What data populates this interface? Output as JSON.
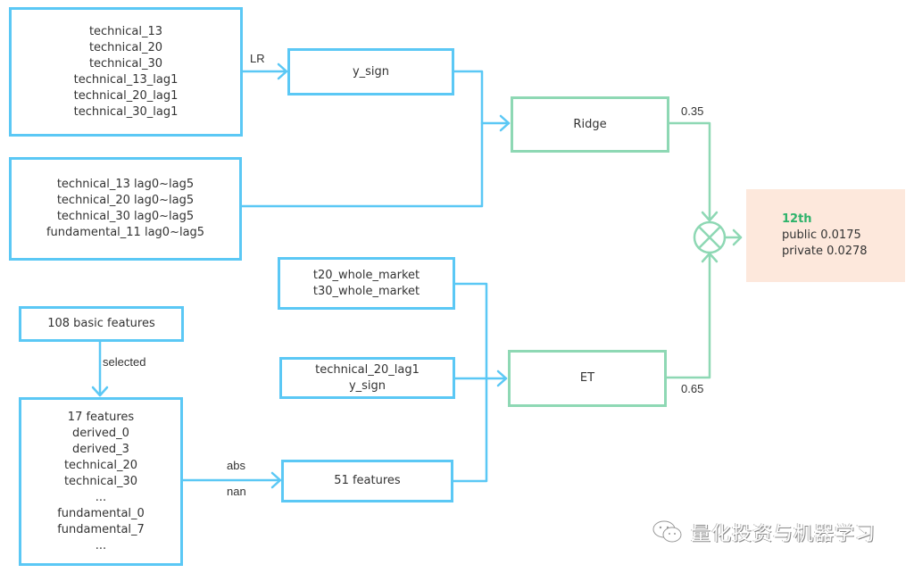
{
  "colors": {
    "feature_border": "#5bc8f5",
    "model_border": "#8ed8b4",
    "result_bg": "#fde8dc",
    "rank_text": "#2eb36b"
  },
  "boxes": {
    "tech_lag1": [
      "technical_13",
      "technical_20",
      "technical_30",
      "technical_13_lag1",
      "technical_20_lag1",
      "technical_30_lag1"
    ],
    "y_sign": [
      "y_sign"
    ],
    "lag_range": [
      "technical_13 lag0~lag5",
      "technical_20 lag0~lag5",
      "technical_30 lag0~lag5",
      "fundamental_11 lag0~lag5"
    ],
    "whole_market": [
      "t20_whole_market",
      "t30_whole_market"
    ],
    "tech20_ysign": [
      "technical_20_lag1",
      "y_sign"
    ],
    "basic": [
      "108 basic features"
    ],
    "features17": [
      "17 features",
      "derived_0",
      "derived_3",
      "technical_20",
      "technical_30",
      "...",
      "fundamental_0",
      "fundamental_7",
      "..."
    ],
    "features51": [
      "51 features"
    ],
    "ridge": [
      "Ridge"
    ],
    "et": [
      "ET"
    ]
  },
  "edge_labels": {
    "lr": "LR",
    "selected": "selected",
    "abs": "abs",
    "nan": "nan",
    "ridge_weight": "0.35",
    "et_weight": "0.65"
  },
  "result": {
    "rank": "12th",
    "public": "public 0.0175",
    "private": "private 0.0278"
  },
  "watermark": {
    "text": "量化投资与机器学习",
    "icon": "wechat-icon"
  }
}
